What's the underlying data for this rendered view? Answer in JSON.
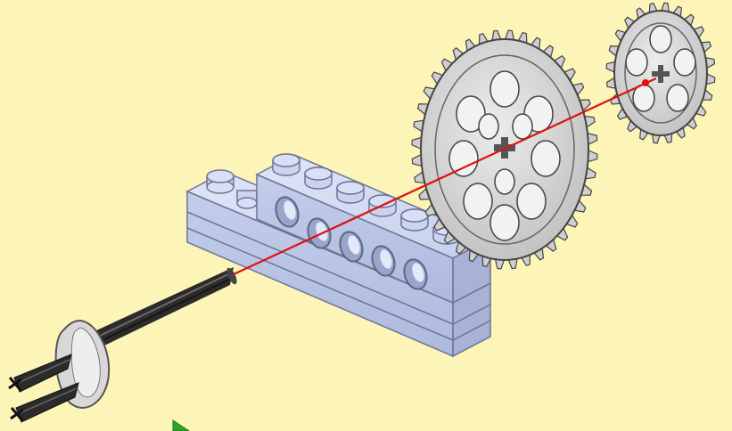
{
  "diagram": {
    "background_color": "#fdf5b8",
    "parts": [
      {
        "name": "axle-with-bush",
        "color": "#3a3a3a"
      },
      {
        "name": "technic-beam",
        "color": "#c9d3ee"
      },
      {
        "name": "large-gear",
        "color": "#d6d6d6"
      },
      {
        "name": "small-gear",
        "color": "#d6d6d6"
      }
    ],
    "assembly_line_color": "#dd1111",
    "arrow_color": "#2aa52a"
  }
}
